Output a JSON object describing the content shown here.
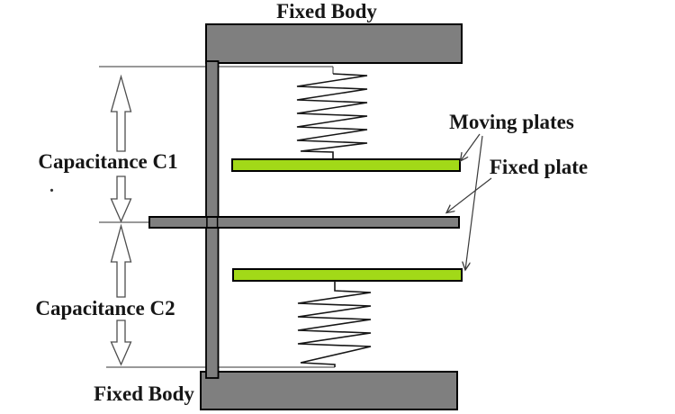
{
  "labels": {
    "top_body": "Fixed Body",
    "bottom_body": "Fixed Body",
    "capacitance_c1": "Capacitance C1",
    "capacitance_c2": "Capacitance C2",
    "moving_plates": "Moving plates",
    "fixed_plate": "Fixed plate",
    "stray_mark": "."
  },
  "colors": {
    "background": "#ffffff",
    "body_gray": "#7f7f7f",
    "shaft_gray": "#7f7f7f",
    "fixed_plate_gray": "#7f7f7f",
    "plate_green": "#a2d918",
    "outline": "#000000",
    "thin_line": "#333333",
    "leader_line": "#3a3a3a",
    "dim_arrow_fill": "#ffffff",
    "dim_arrow_stroke": "#4d4d4d",
    "spring_stroke": "#161616",
    "text": "#161616"
  }
}
